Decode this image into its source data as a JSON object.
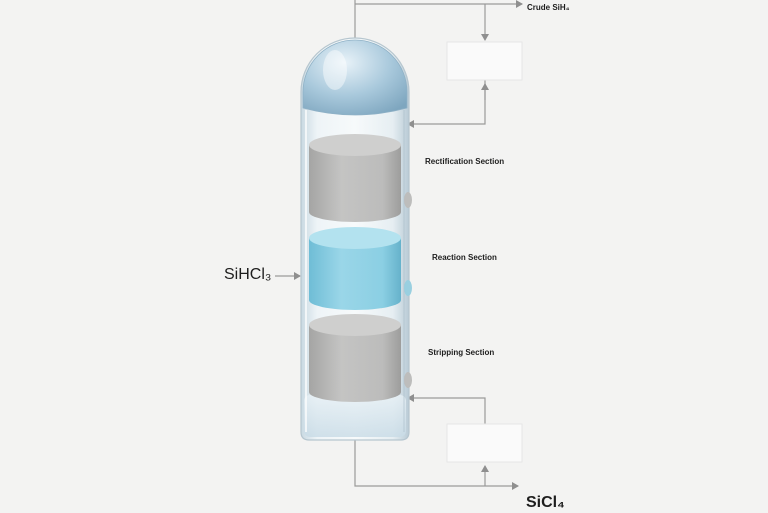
{
  "labels": {
    "crude_product": "Crude SiH₄",
    "feed": "SiHCl₃",
    "bottom_product": "SiCl₄"
  },
  "sections": [
    {
      "name": "Rectification Section"
    },
    {
      "name": "Reaction Section"
    },
    {
      "name": "Stripping Section"
    }
  ],
  "colors": {
    "background": "#f3f3f2",
    "glass": "#dfe9ef",
    "dome": "#a9c9dc",
    "cylinder_gray": "#bdbdbc",
    "cylinder_blue": "#8ccfe2",
    "lines": "#9a9a9a",
    "equipment_box": "#fafafa"
  }
}
